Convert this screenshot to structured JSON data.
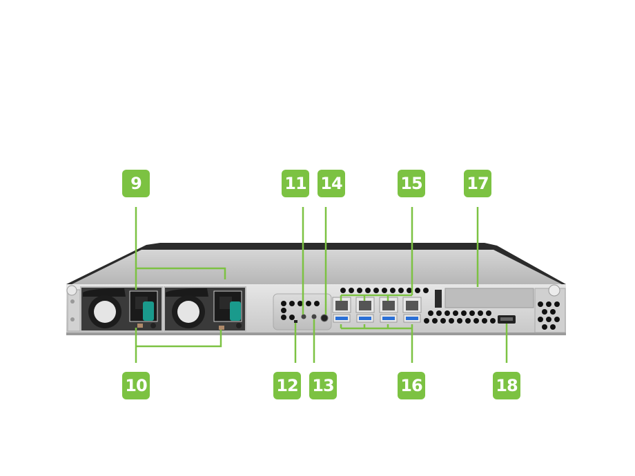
{
  "accent_color": "#7cc242",
  "device": {
    "name": "rackmount-server-rear-view",
    "psu_count": 2,
    "lan_port_count": 4,
    "usb_port_count": 4
  },
  "callouts": [
    {
      "id": "9",
      "label": "9",
      "target": "power-inlets"
    },
    {
      "id": "10",
      "label": "10",
      "target": "psu-status-indicators"
    },
    {
      "id": "11",
      "label": "11",
      "target": "mode-button"
    },
    {
      "id": "12",
      "label": "12",
      "target": "status-led"
    },
    {
      "id": "13",
      "label": "13",
      "target": "reset-button"
    },
    {
      "id": "14",
      "label": "14",
      "target": "ground-screw"
    },
    {
      "id": "15",
      "label": "15",
      "target": "lan-ports"
    },
    {
      "id": "16",
      "label": "16",
      "target": "usb-ports"
    },
    {
      "id": "17",
      "label": "17",
      "target": "pcie-slot"
    },
    {
      "id": "18",
      "label": "18",
      "target": "hdmi-port"
    }
  ]
}
